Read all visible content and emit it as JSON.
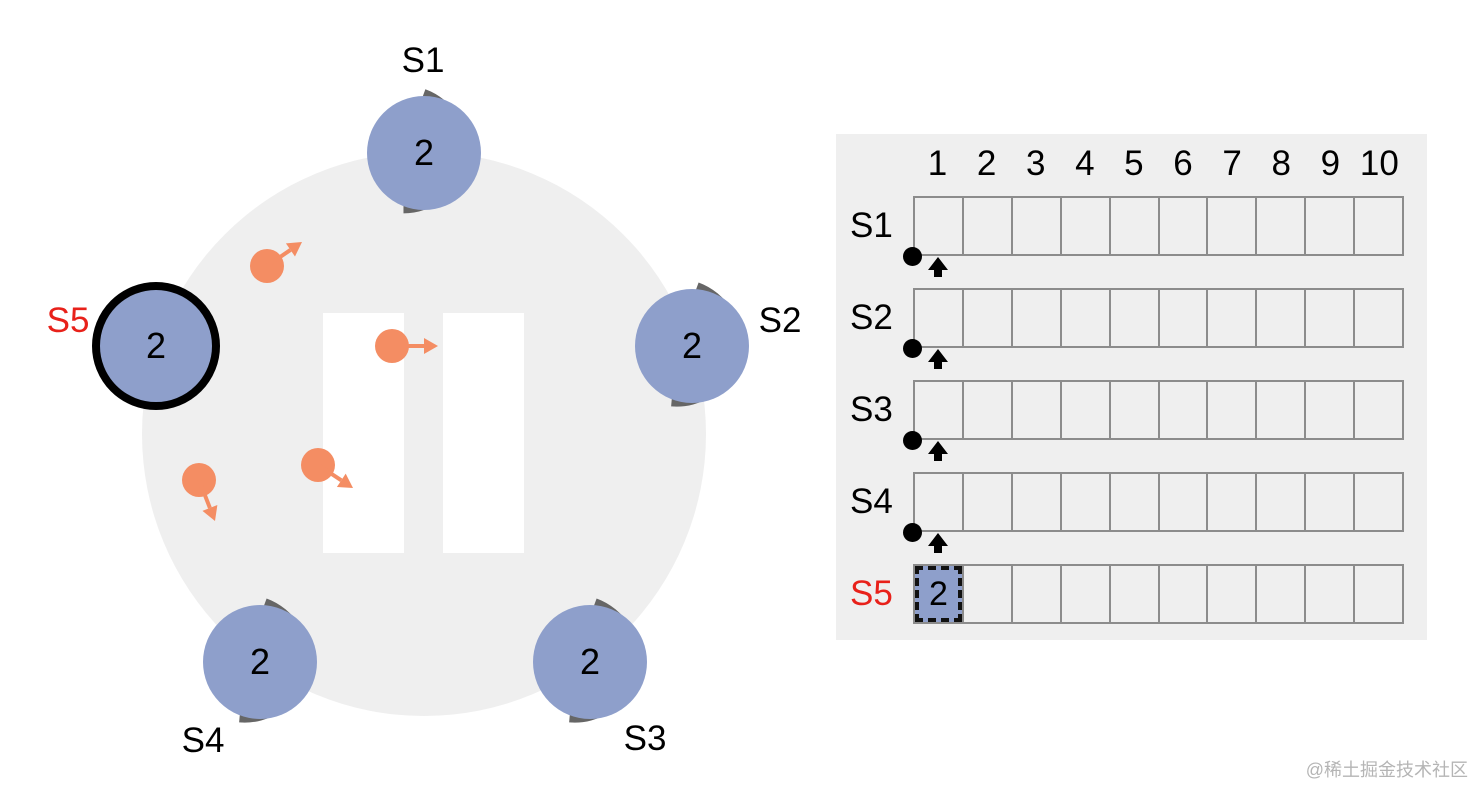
{
  "servers": [
    {
      "id": "S1",
      "term": "2",
      "label_color": "#000000",
      "role": "follower"
    },
    {
      "id": "S2",
      "term": "2",
      "label_color": "#000000",
      "role": "follower"
    },
    {
      "id": "S3",
      "term": "2",
      "label_color": "#000000",
      "role": "follower"
    },
    {
      "id": "S4",
      "term": "2",
      "label_color": "#000000",
      "role": "follower"
    },
    {
      "id": "S5",
      "term": "2",
      "label_color": "#e8211a",
      "role": "leader"
    }
  ],
  "log": {
    "indices": [
      "1",
      "2",
      "3",
      "4",
      "5",
      "6",
      "7",
      "8",
      "9",
      "10"
    ],
    "rows": [
      {
        "label": "S1",
        "label_color": "#000000",
        "entries": []
      },
      {
        "label": "S2",
        "label_color": "#000000",
        "entries": []
      },
      {
        "label": "S3",
        "label_color": "#000000",
        "entries": []
      },
      {
        "label": "S4",
        "label_color": "#000000",
        "entries": []
      },
      {
        "label": "S5",
        "label_color": "#e8211a",
        "entries": [
          {
            "index": 1,
            "term": "2"
          }
        ]
      }
    ]
  },
  "colors": {
    "node_fill": "#8e9fcb",
    "timer_arc": "#666666",
    "message": "#f48d63",
    "ring": "#efefef",
    "leader_border": "#000000",
    "leader_label": "#e8211a"
  },
  "watermark": "@稀土掘金技术社区"
}
